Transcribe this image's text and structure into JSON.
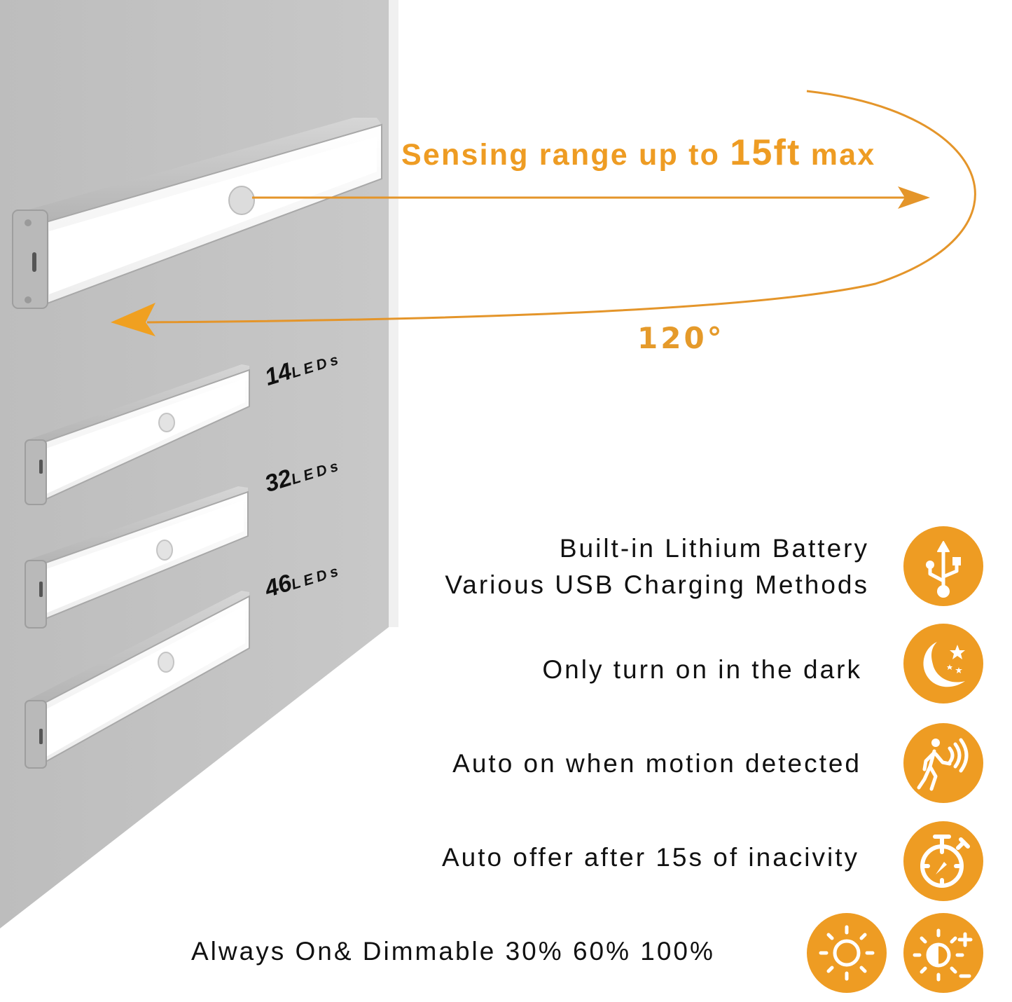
{
  "headline": {
    "prefix": "Sensing range up to ",
    "highlight": "15ft",
    "suffix": " max"
  },
  "angle_label": "120°",
  "led_variants": [
    {
      "count": "14",
      "unit": "LEDs"
    },
    {
      "count": "32",
      "unit": "LEDs"
    },
    {
      "count": "46",
      "unit": "LEDs"
    }
  ],
  "features": [
    {
      "lines": [
        "Built-in Lithium Battery",
        "Various USB Charging Methods"
      ],
      "icon": "usb-icon"
    },
    {
      "lines": [
        "Only turn on in the dark"
      ],
      "icon": "moon-stars-icon"
    },
    {
      "lines": [
        "Auto on when motion detected"
      ],
      "icon": "motion-sensor-icon"
    },
    {
      "lines": [
        "Auto offer after 15s of inacivity"
      ],
      "icon": "stopwatch-icon"
    },
    {
      "lines": [
        "Always On& Dimmable 30% 60% 100%"
      ],
      "icons": [
        "sun-icon",
        "brightness-adjust-icon"
      ]
    }
  ],
  "colors": {
    "accent": "#EE9C23",
    "wall": "#C4C4C4",
    "background": "#FFFFFF",
    "text": "#111111"
  }
}
